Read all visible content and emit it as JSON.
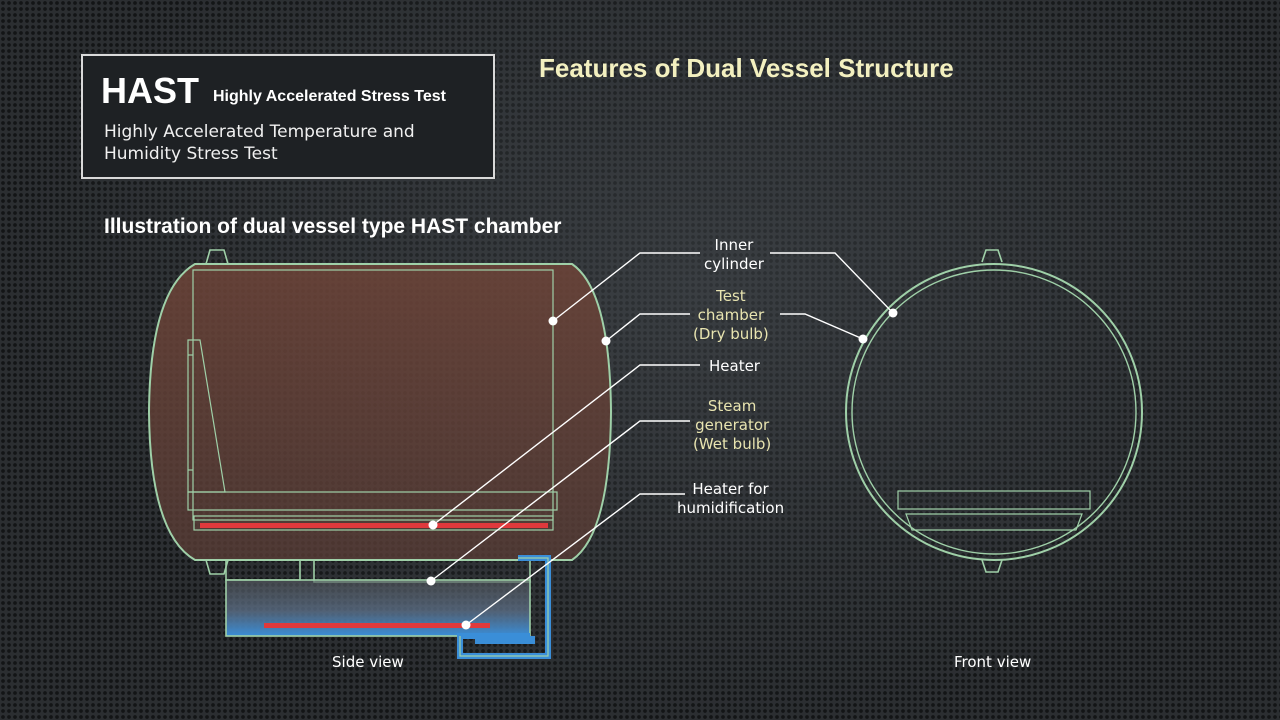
{
  "header": {
    "acronym": "HAST",
    "acronym_expansion": "Highly Accelerated Stress Test",
    "description": "Highly Accelerated Temperature and Humidity Stress Test"
  },
  "feature_title": "Features of Dual Vessel Structure",
  "illustration_title": "Illustration of dual vessel type HAST chamber",
  "labels": {
    "inner_cylinder": [
      "Inner",
      "cylinder"
    ],
    "test_chamber": [
      "Test",
      "chamber",
      "(Dry bulb)"
    ],
    "heater": [
      "Heater"
    ],
    "steam_generator": [
      "Steam",
      "generator",
      "(Wet bulb)"
    ],
    "heater_humidification": [
      "Heater for",
      "humidification"
    ]
  },
  "captions": {
    "side_view": "Side view",
    "front_view": "Front view"
  },
  "colors": {
    "outline": "#9fd0a8",
    "chamber_fill": "#7a4a3e",
    "heater": "#e0393c",
    "water": "#3a8ed8",
    "highlight_text": "#e8e4b0"
  }
}
